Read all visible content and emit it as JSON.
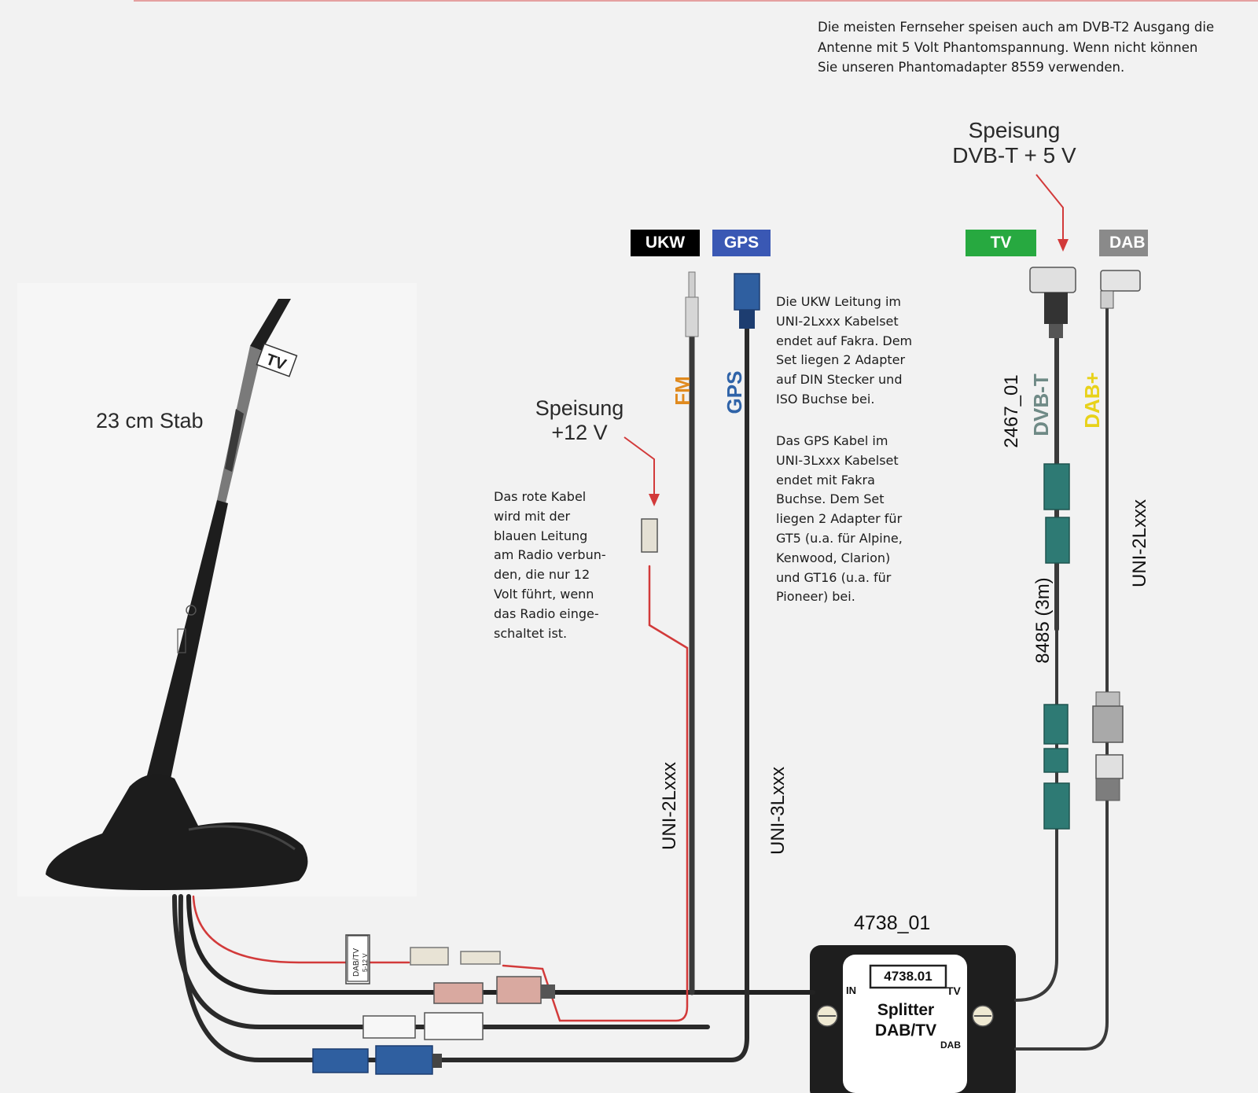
{
  "notes": {
    "top": "Die meisten Fernseher speisen auch am DVB-T2 Ausgang die\nAntenne mit 5 Volt Phantomspannung. Wenn nicht können\nSie unseren Phantomadapter 8559 verwenden.",
    "ukw": "Die UKW Leitung im\nUNI-2Lxxx Kabelset\nendet auf Fakra. Dem\nSet liegen 2 Adapter\nauf DIN Stecker und\nISO Buchse bei.",
    "gps": "Das GPS Kabel im\nUNI-3Lxxx Kabelset\nendet mit Fakra\nBuchse. Dem Set\nliegen 2 Adapter für\nGT5 (u.a. für Alpine,\nKenwood, Clarion)\nund GT16 (u.a. für\nPioneer) bei.",
    "red": "Das rote Kabel\nwird mit der\nblauen Leitung\nam Radio verbun-\nden, die nur 12\nVolt führt, wenn\ndas Radio einge-\nschaltet ist."
  },
  "tags": {
    "ukw": "UKW",
    "gps": "GPS",
    "tv": "TV",
    "dab": "DAB"
  },
  "labels": {
    "stab": "23 cm Stab",
    "speisung_12_line1": "Speisung",
    "speisung_12_line2": "+12 V",
    "speisung_5_line1": "Speisung",
    "speisung_5_line2": "DVB-T + 5 V",
    "splitter_code": "4738_01",
    "rod_tv": "TV"
  },
  "cable_labels": {
    "fm": "FM",
    "gps": "GPS",
    "dvbt": "DVB-T",
    "dvbt_code": "2467_01",
    "dab_plus": "DAB+",
    "uni2_left": "UNI-2Lxxx",
    "uni3": "UNI-3Lxxx",
    "uni2_right": "UNI-2Lxxx",
    "ext": "8485 (3m)"
  },
  "splitter": {
    "plate": "4738.01",
    "title_line1": "Splitter",
    "title_line2": "DAB/TV",
    "in": "IN",
    "tv": "TV",
    "dab": "DAB"
  },
  "tag_box": {
    "line1": "DAB/TV",
    "line2": "5-12 V"
  },
  "colors": {
    "ukw": "#000000",
    "gps": "#3a58b4",
    "tv": "#27a940",
    "dab": "#8a8a8a",
    "fm_label": "#e08a1e",
    "gps_label": "#2f63a8",
    "dvbt_label": "#6f8a86",
    "dab_plus_label": "#e8d21a",
    "red_wire": "#d23a3a",
    "teal_connector": "#2e7a74",
    "blue_connector": "#2f5fa0"
  }
}
